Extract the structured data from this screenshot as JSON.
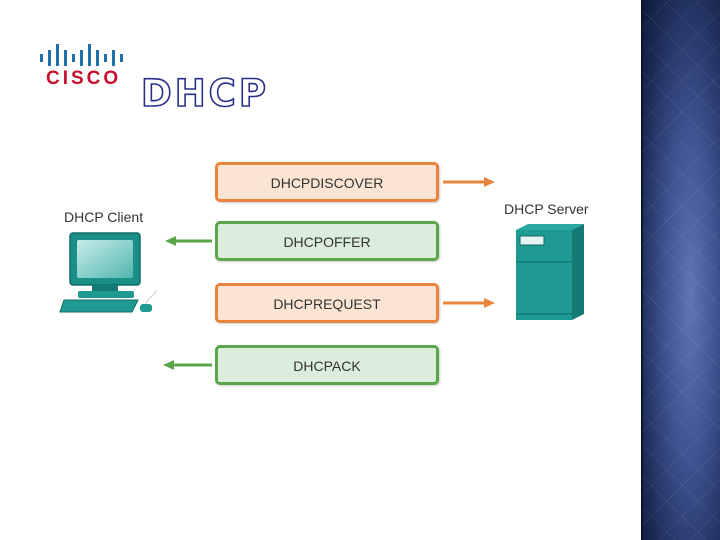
{
  "title": "DHCP",
  "logo": {
    "text": "CISCO",
    "icon": "cisco-bars-icon"
  },
  "client": {
    "label": "DHCP Client",
    "icon": "computer-icon"
  },
  "server": {
    "label": "DHCP Server",
    "icon": "server-icon"
  },
  "messages": [
    {
      "label": "DHCPDISCOVER",
      "direction": "client-to-server",
      "color": "#e8843c"
    },
    {
      "label": "DHCPOFFER",
      "direction": "server-to-client",
      "color": "#5ba64a"
    },
    {
      "label": "DHCPREQUEST",
      "direction": "client-to-server",
      "color": "#e8843c"
    },
    {
      "label": "DHCPACK",
      "direction": "server-to-client",
      "color": "#5ba64a"
    }
  ],
  "colors": {
    "panel": "#2c3d78",
    "device": "#1f9a92",
    "title_outline": "#2a2f8a"
  }
}
